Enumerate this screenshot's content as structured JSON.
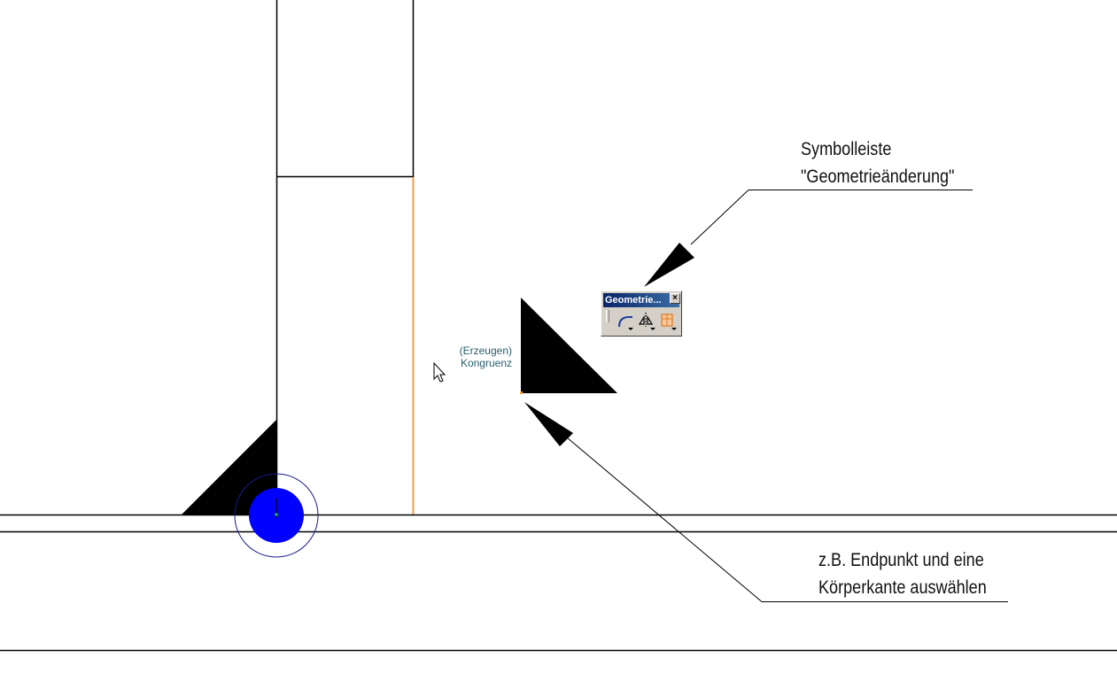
{
  "callouts": {
    "toolbar_note_line1": "Symbolleiste",
    "toolbar_note_line2": "\"Geometrieänderung\"",
    "selection_note_line1": "z.B. Endpunkt und eine",
    "selection_note_line2": "Körperkante auswählen"
  },
  "cursor_tooltip": {
    "line1": "(Erzeugen)",
    "line2": "Kongruenz"
  },
  "toolbar": {
    "title": "Geometrie...",
    "close_glyph": "×",
    "buttons": [
      {
        "icon": "fillet-icon"
      },
      {
        "icon": "mirror-icon"
      },
      {
        "icon": "offset-icon"
      }
    ]
  },
  "colors": {
    "selected_edge": "#f0a040",
    "point_marker": "#0000ff",
    "line": "#000000",
    "toolbar_title_bg": "#0a246a"
  }
}
